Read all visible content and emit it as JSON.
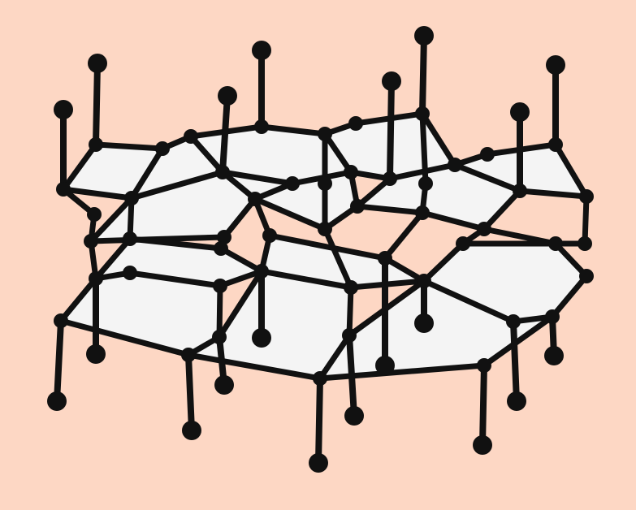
{
  "figure": {
    "subject": "hexagonal-lattice",
    "layers": 2,
    "cells_per_layer": 6
  },
  "colors": {
    "background": "#fdd7c4",
    "border": "#ffffff",
    "cell_fill": "#f4f4f4",
    "bond": "#111111",
    "atom": "#111111"
  }
}
